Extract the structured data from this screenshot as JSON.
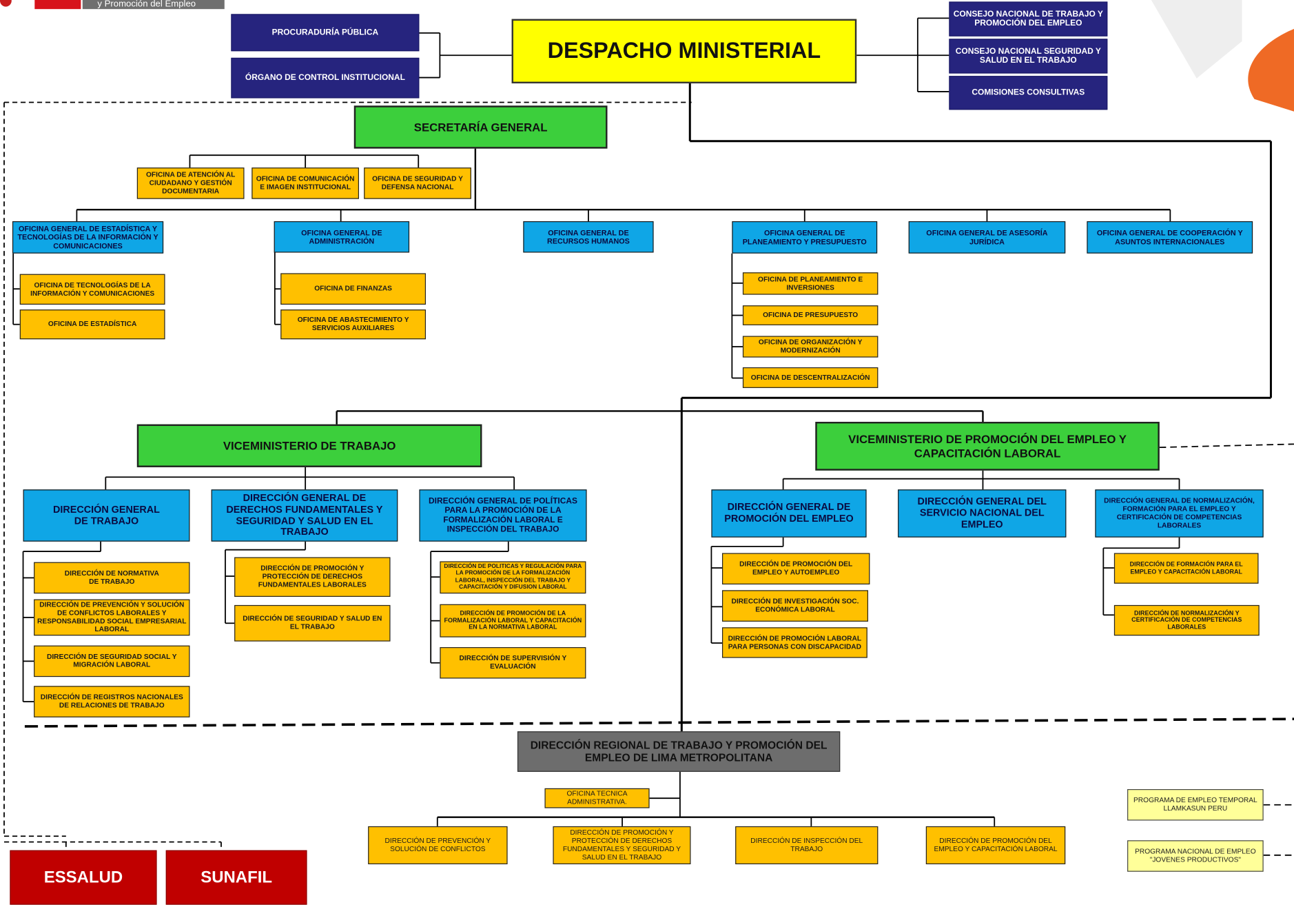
{
  "header": {
    "ministry_fragment": "y Promoción del Empleo"
  },
  "despacho": "DESPACHO MINISTERIAL",
  "left_top": [
    {
      "label": "PROCURADURÍA PÚBLICA"
    },
    {
      "label": "ÓRGANO DE CONTROL INSTITUCIONAL"
    }
  ],
  "right_top": [
    {
      "label": "CONSEJO NACIONAL DE TRABAJO Y PROMOCIÓN DEL EMPLEO"
    },
    {
      "label": "CONSEJO NACIONAL SEGURIDAD Y SALUD EN EL TRABAJO"
    },
    {
      "label": "COMISIONES CONSULTIVAS"
    }
  ],
  "secretaria": "SECRETARÍA GENERAL",
  "sg_offices": [
    {
      "label": "OFICINA DE ATENCIÓN AL CIUDADANO Y GESTIÓN DOCUMENTARIA"
    },
    {
      "label": "OFICINA DE COMUNICACIÓN E IMAGEN INSTITUCIONAL"
    },
    {
      "label": "OFICINA DE SEGURIDAD Y DEFENSA NACIONAL"
    }
  ],
  "general_offices": [
    {
      "label": "OFICINA GENERAL DE ESTADÍSTICA Y TECNOLOGÍAS DE LA INFORMACIÓN Y COMUNICACIONES"
    },
    {
      "label": "OFICINA GENERAL DE ADMINISTRACIÓN"
    },
    {
      "label": "OFICINA GENERAL DE RECURSOS HUMANOS"
    },
    {
      "label": "OFICINA GENERAL DE PLANEAMIENTO Y PRESUPUESTO"
    },
    {
      "label": "OFICINA GENERAL DE ASESORÍA JURÍDICA"
    },
    {
      "label": "OFICINA GENERAL DE COOPERACIÓN Y ASUNTOS INTERNACIONALES"
    }
  ],
  "ogetic_subs": [
    {
      "label": "OFICINA DE TECNOLOGÍAS DE LA INFORMACIÓN Y COMUNICACIONES"
    },
    {
      "label": "OFICINA DE ESTADÍSTICA"
    }
  ],
  "oga_subs": [
    {
      "label": "OFICINA DE FINANZAS"
    },
    {
      "label": "OFICINA DE ABASTECIMIENTO Y SERVICIOS AUXILIARES"
    }
  ],
  "ogpp_subs": [
    {
      "label": "OFICINA DE PLANEAMIENTO E INVERSIONES"
    },
    {
      "label": "OFICINA DE PRESUPUESTO"
    },
    {
      "label": "OFICINA DE ORGANIZACIÓN Y MODERNIZACIÓN"
    },
    {
      "label": "OFICINA DE DESCENTRALIZACIÓN"
    }
  ],
  "vm_trabajo": "VICEMINISTERIO DE TRABAJO",
  "vm_promocion": "VICEMINISTERIO DE PROMOCIÓN DEL EMPLEO Y CAPACITACIÓN LABORAL",
  "vmt_dg": [
    {
      "label": "DIRECCIÓN GENERAL DE TRABAJO"
    },
    {
      "label": "DIRECCIÓN GENERAL DE DERECHOS FUNDAMENTALES Y SEGURIDAD Y SALUD EN EL TRABAJO"
    },
    {
      "label": "DIRECCIÓN GENERAL DE POLÍTICAS PARA LA PROMOCIÓN DE LA FORMALIZACIÓN LABORAL E INSPECCIÓN DEL TRABAJO"
    }
  ],
  "dgt_subs": [
    {
      "label": "DIRECCIÓN DE NORMATIVA DE TRABAJO"
    },
    {
      "label": "DIRECCIÓN DE PREVENCIÓN Y SOLUCIÓN DE CONFLICTOS LABORALES Y RESPONSABILIDAD SOCIAL EMPRESARIAL LABORAL"
    },
    {
      "label": "DIRECCIÓN DE SEGURIDAD SOCIAL Y MIGRACIÓN LABORAL"
    },
    {
      "label": "DIRECCIÓN DE REGISTROS NACIONALES DE RELACIONES DE TRABAJO"
    }
  ],
  "dgdf_subs": [
    {
      "label": "DIRECCIÓN DE PROMOCIÓN Y PROTECCIÓN DE DERECHOS FUNDAMENTALES LABORALES"
    },
    {
      "label": "DIRECCIÓN DE SEGURIDAD Y SALUD EN EL TRABAJO"
    }
  ],
  "dgpp_subs": [
    {
      "label": "DIRECCIÓN DE POLITICAS Y REGULACIÓN PARA LA PROMOCIÓN DE LA FORMALIZACIÓN LABORAL, INSPECCIÓN DEL TRABAJO Y CAPACITACIÓN Y DIFUSION LABORAL"
    },
    {
      "label": "DIRECCIÓN DE PROMOCIÓN DE LA FORMALIZACIÓN LABORAL Y CAPACITACIÓN EN LA NORMATIVA LABORAL"
    },
    {
      "label": "DIRECCIÓN DE SUPERVISIÓN Y EVALUACIÓN"
    }
  ],
  "vmp_dg": [
    {
      "label": "DIRECCIÓN GENERAL DE PROMOCIÓN DEL EMPLEO"
    },
    {
      "label": "DIRECCIÓN GENERAL DEL SERVICIO NACIONAL DEL EMPLEO"
    },
    {
      "label": "DIRECCIÓN GENERAL DE NORMALIZACIÓN, FORMACIÓN PARA EL EMPLEO Y CERTIFICACIÓN DE COMPETENCIAS LABORALES"
    }
  ],
  "dgpe_subs": [
    {
      "label": "DIRECCIÓN DE PROMOCIÓN DEL EMPLEO Y AUTOEMPLEO"
    },
    {
      "label": "DIRECCIÓN DE INVESTIGACIÓN SOC. ECONÓMICA LABORAL"
    },
    {
      "label": "DIRECCIÓN DE PROMOCIÓN LABORAL PARA PERSONAS CON DISCAPACIDAD"
    }
  ],
  "dgn_subs": [
    {
      "label": "DIRECCIÓN DE FORMACIÓN PARA EL EMPLEO Y CAPACITACIÓN LABORAL"
    },
    {
      "label": "DIRECCIÓN DE NORMALIZACIÓN Y CERTIFICACIÓN DE COMPETENCIAS LABORALES"
    }
  ],
  "regional": "DIRECCIÓN REGIONAL DE TRABAJO Y PROMOCIÓN DEL EMPLEO DE LIMA METROPOLITANA",
  "oficina_tecnica": "OFICINA TECNICA ADMINISTRATIVA.",
  "regional_subs": [
    {
      "label": "DIRECCIÓN DE PREVENCIÓN Y SOLUCIÓN DE CONFLICTOS"
    },
    {
      "label": "DIRECCIÓN DE PROMOCIÓN Y PROTECCIÓN DE DERECHOS FUNDAMENTALES Y SEGURIDAD Y SALUD EN EL TRABAJO"
    },
    {
      "label": "DIRECCIÓN DE INSPECCIÓN DEL TRABAJO"
    },
    {
      "label": "DIRECCIÓN DE PROMOCIÓN DEL EMPLEO Y CAPACITACIÓN LABORAL"
    }
  ],
  "programs": [
    {
      "label": "PROGRAMA DE EMPLEO TEMPORAL LLAMKASUN PERU"
    },
    {
      "label": "PROGRAMA NACIONAL DE EMPLEO \"JOVENES PRODUCTIVOS\""
    }
  ],
  "entities": [
    {
      "label": "ESSALUD"
    },
    {
      "label": "SUNAFIL"
    }
  ],
  "colors": {
    "despacho": "#ffff00",
    "navy": "#26247e",
    "blue": "#0fa6e6",
    "orange": "#ffc000",
    "green": "#3ccf3c",
    "grey": "#6d6d6d",
    "red": "#c00000",
    "program": "#ffff99"
  }
}
